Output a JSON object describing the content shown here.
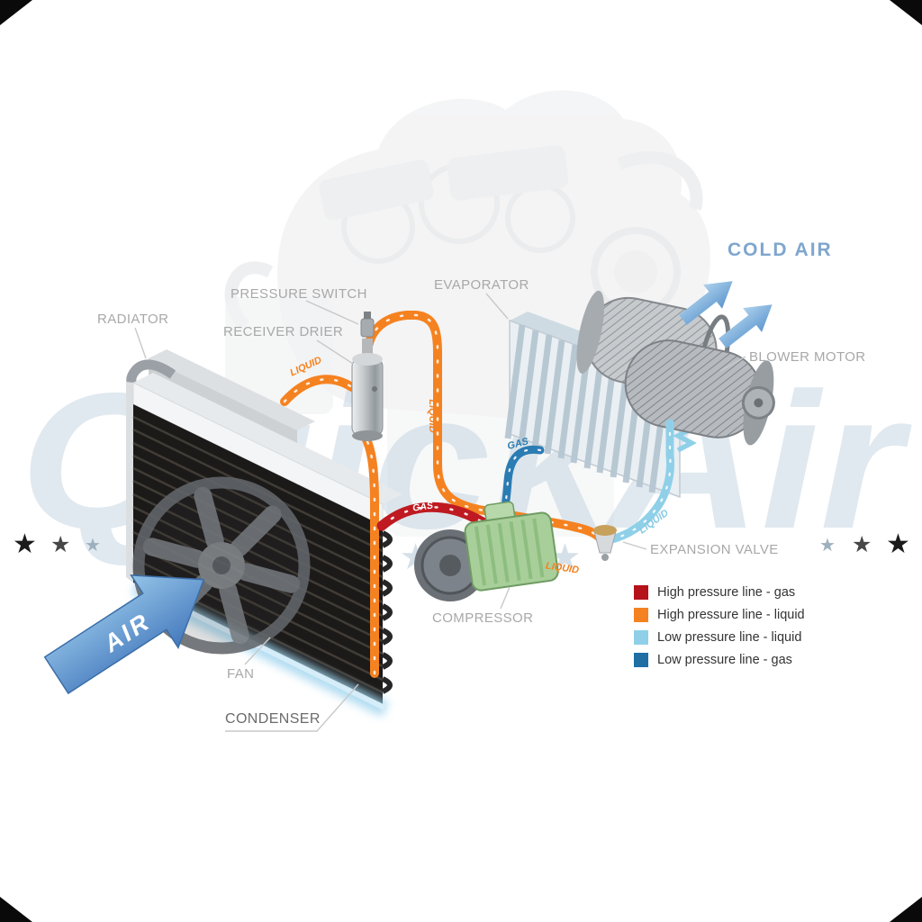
{
  "watermark": {
    "brand": "QuickAir",
    "star": "★",
    "center_stars": "★ ★ ★ ★"
  },
  "labels": {
    "radiator": "RADIATOR",
    "pressure_switch": "PRESSURE SWITCH",
    "receiver_drier": "RECEIVER DRIER",
    "evaporator": "EVAPORATOR",
    "cold_air": "COLD AIR",
    "blower_motor": "BLOWER MOTOR",
    "expansion_valve": "EXPANSION VALVE",
    "compressor": "COMPRESSOR",
    "fan": "FAN",
    "condenser": "CONDENSER",
    "air": "AIR"
  },
  "pipe_labels": {
    "liquid_condenser_to_drier": "LIQUID",
    "liquid_drier_down": "LIQUID",
    "liquid_to_expansion_valve": "LIQUID",
    "liquid_low_pressure": "LIQUID",
    "gas_high_pressure": "GAS",
    "gas_low_pressure": "GAS"
  },
  "legend": {
    "items": [
      {
        "label": "High pressure line - gas",
        "color": "#b5121b"
      },
      {
        "label": "High pressure line - liquid",
        "color": "#f58220"
      },
      {
        "label": "Low pressure line - liquid",
        "color": "#8fd0e8"
      },
      {
        "label": "Low pressure line -  gas",
        "color": "#1f6fa5"
      }
    ]
  },
  "colors": {
    "cold_air_text": "#7fa6cd",
    "air_arrow": "#4f89c7",
    "condenser_glow": "#9fd4ee",
    "watermark_text": "#c3d4e2"
  }
}
